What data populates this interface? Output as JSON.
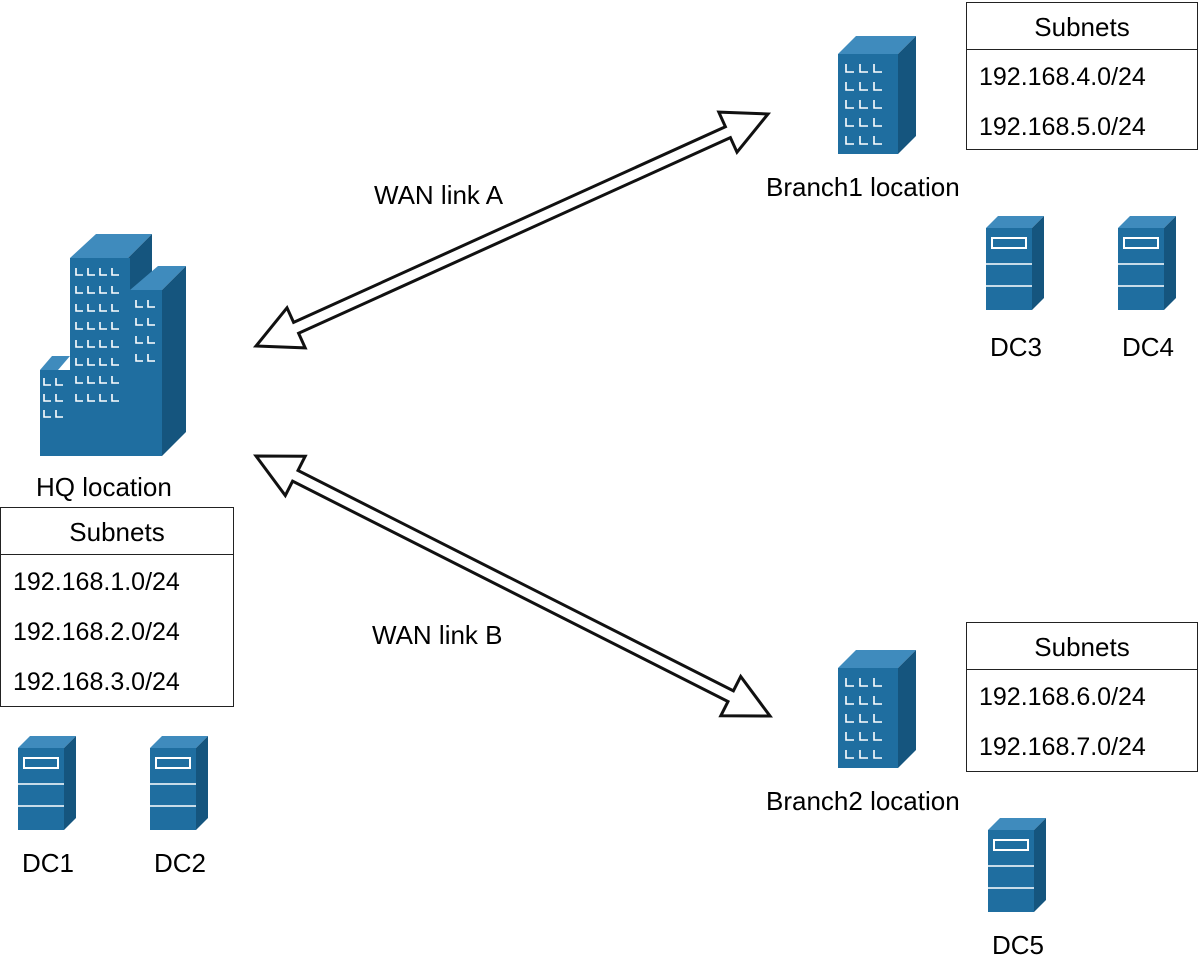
{
  "hq": {
    "label": "HQ location",
    "subnets_header": "Subnets",
    "subnets": [
      "192.168.1.0/24",
      "192.168.2.0/24",
      "192.168.3.0/24"
    ],
    "servers": [
      "DC1",
      "DC2"
    ]
  },
  "branch1": {
    "label": "Branch1 location",
    "subnets_header": "Subnets",
    "subnets": [
      "192.168.4.0/24",
      "192.168.5.0/24"
    ],
    "servers": [
      "DC3",
      "DC4"
    ]
  },
  "branch2": {
    "label": "Branch2 location",
    "subnets_header": "Subnets",
    "subnets": [
      "192.168.6.0/24",
      "192.168.7.0/24"
    ],
    "servers": [
      "DC5"
    ]
  },
  "links": {
    "a": "WAN link A",
    "b": "WAN link B"
  },
  "colors": {
    "icon_fill": "#1f6ea0",
    "icon_dark": "#15557e",
    "icon_light": "#3f8bbd"
  }
}
